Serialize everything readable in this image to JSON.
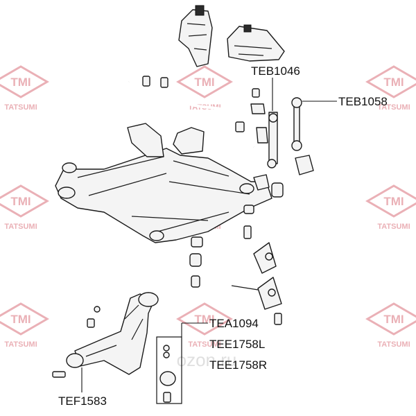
{
  "watermark": {
    "logo_text": "TMI",
    "brand_text": "TATSUMI",
    "color": "#e8a8ae",
    "web_text": "ozon.ru"
  },
  "labels": {
    "teb1046": "TEB1046",
    "teb1058": "TEB1058",
    "tea1094": "TEA1094",
    "tee1758l": "TEE1758L",
    "tee1758r": "TEE1758R",
    "tef1583": "TEF1583"
  },
  "colors": {
    "line": "#1a1a1a",
    "fill": "#f4f4f4",
    "text": "#111111"
  }
}
